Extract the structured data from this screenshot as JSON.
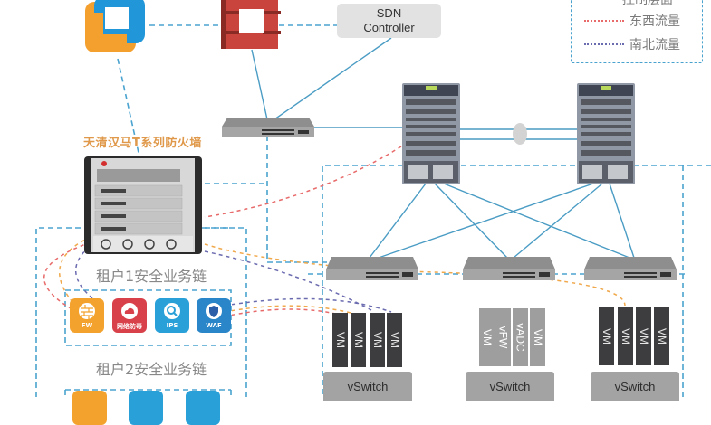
{
  "legend": {
    "items": [
      {
        "label": "控制层面",
        "color": "#4aa3cf",
        "partial": true
      },
      {
        "label": "东西流量",
        "color": "#e86a6a"
      },
      {
        "label": "南北流量",
        "color": "#6b6bb0"
      }
    ]
  },
  "colors": {
    "control": "#4aa3cf",
    "east_west": "#e86a6a",
    "north_south": "#6b6bb0",
    "orange_flow": "#f0a84a",
    "link": "#4a9cc4"
  },
  "sdn_controller": {
    "line1": "SDN",
    "line2": "Controller"
  },
  "firewall": {
    "title": "天清汉马T系列防火墙"
  },
  "tenant1": {
    "title": "租户1安全业务链",
    "services": [
      {
        "label": "FW",
        "icon": "brick-wall-icon",
        "color": "#f3a22e"
      },
      {
        "label": "网络防毒",
        "icon": "cloud-icon",
        "color": "#d9414a"
      },
      {
        "label": "IPS",
        "icon": "magnifier-icon",
        "color": "#2aa0d8"
      },
      {
        "label": "WAF",
        "icon": "shield-icon",
        "color": "#2a86c8"
      }
    ]
  },
  "tenant2": {
    "title": "租户2安全业务链",
    "services": [
      {
        "label": "",
        "icon": "brick-wall-icon",
        "color": "#f3a22e"
      },
      {
        "label": "",
        "icon": "magnifier-icon",
        "color": "#2aa0d8"
      },
      {
        "label": "",
        "icon": "shield-icon",
        "color": "#2aa0d8"
      }
    ]
  },
  "hosts": [
    {
      "vms": [
        "VM",
        "VM",
        "VM",
        "VM"
      ],
      "style": "dark",
      "vswitch": "vSwitch"
    },
    {
      "vms": [
        "VM",
        "vFW",
        "vADC",
        "VM"
      ],
      "style": "light",
      "vswitch": "vSwitch"
    },
    {
      "vms": [
        "VM",
        "VM",
        "VM",
        "VM"
      ],
      "style": "dark",
      "vswitch": "vSwitch"
    }
  ]
}
